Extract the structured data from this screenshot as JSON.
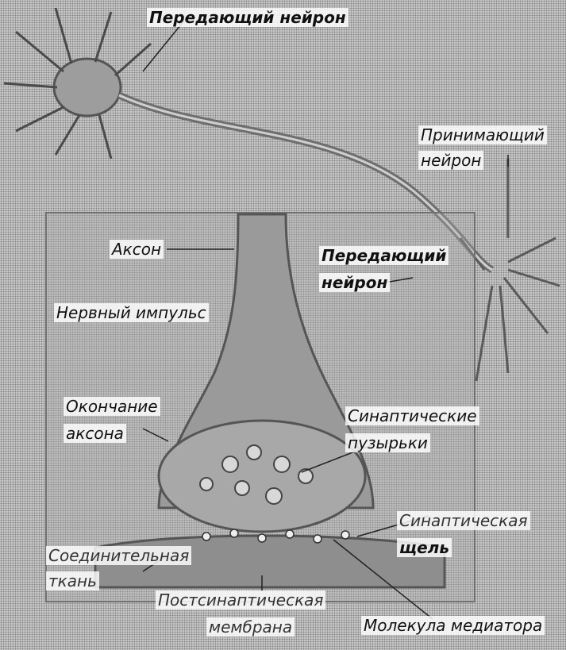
{
  "labels": {
    "sending_neuron_top": "Передающий нейрон",
    "receiving_neuron_line1": "Принимающий",
    "receiving_neuron_line2": "нейрон",
    "axon": "Аксон",
    "sending_neuron_mid_line1": "Передающий",
    "sending_neuron_mid_line2": "нейрон",
    "nerve_impulse": "Нервный импульс",
    "axon_ending_line1": "Окончание",
    "axon_ending_line2": "аксона",
    "synaptic_vesicles_line1": "Синаптические",
    "synaptic_vesicles_line2": "пузырьки",
    "synaptic_cleft_line1": "Синаптическая",
    "synaptic_cleft_line2": "щель",
    "connective_tissue_line1": "Соединительная",
    "connective_tissue_line2": "ткань",
    "postsynaptic_membrane_line1": "Постсинаптическая",
    "postsynaptic_membrane_line2": "мембрана",
    "mediator_molecule": "Молекула медиатора"
  }
}
